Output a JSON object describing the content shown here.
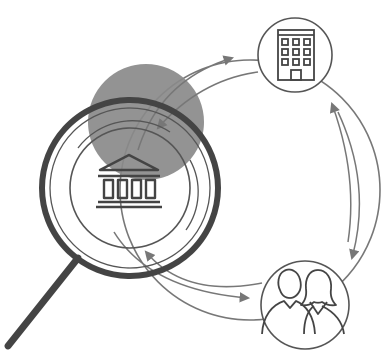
{
  "colors": {
    "background": "#ffffff",
    "line": "#555555",
    "arrow": "#777777",
    "highlight_fill": "#8a8a8a",
    "magnifier": "#444444"
  },
  "nodes": [
    {
      "id": "bank",
      "icon": "bank-building-icon"
    },
    {
      "id": "office",
      "icon": "office-building-icon"
    },
    {
      "id": "people",
      "icon": "people-icon"
    }
  ],
  "connections": [
    {
      "from": "bank",
      "to": "office",
      "direction": "two-way"
    },
    {
      "from": "office",
      "to": "people",
      "direction": "two-way"
    },
    {
      "from": "people",
      "to": "bank",
      "direction": "two-way"
    }
  ],
  "overlays": [
    {
      "name": "focus-circle",
      "shape": "filled-circle"
    },
    {
      "name": "magnifying-glass",
      "target": "bank"
    }
  ]
}
